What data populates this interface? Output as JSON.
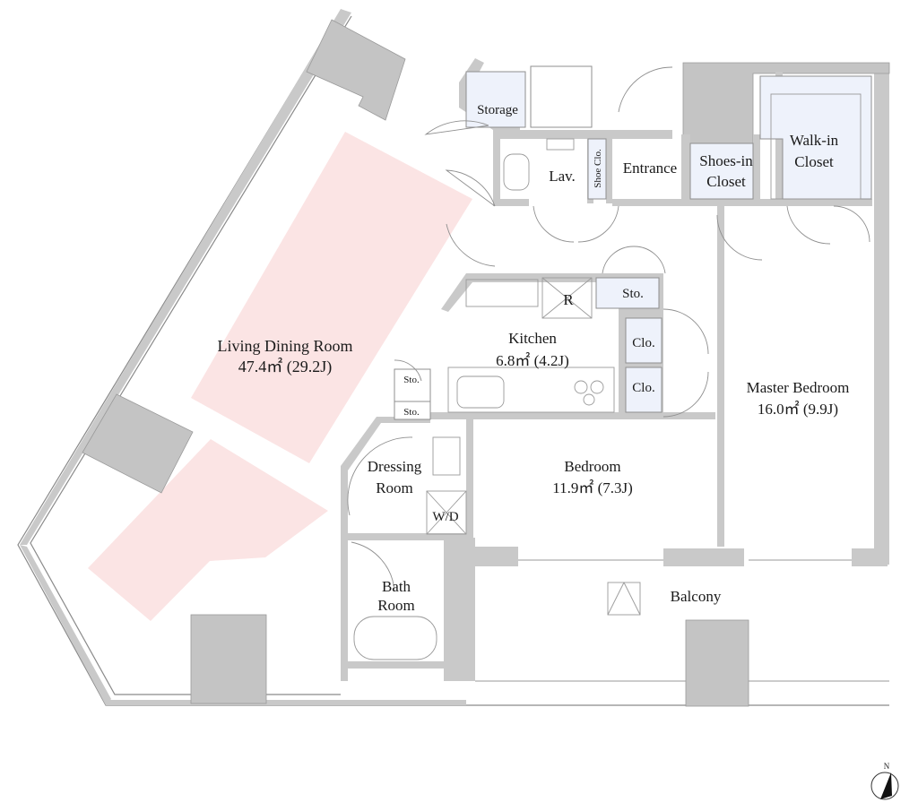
{
  "rooms": {
    "living": {
      "name": "Living Dining Room",
      "area": "47.4㎡ (29.2J)"
    },
    "kitchen": {
      "name": "Kitchen",
      "area": "6.8㎡ (4.2J)"
    },
    "master": {
      "name": "Master Bedroom",
      "area": "16.0㎡ (9.9J)"
    },
    "bedroom": {
      "name": "Bedroom",
      "area": "11.9㎡ (7.3J)"
    },
    "storage": "Storage",
    "lav": "Lav.",
    "shoe_clo": "Shoe Clo.",
    "entrance": "Entrance",
    "shoes_in": [
      "Shoes-in",
      "Closet"
    ],
    "walk_in": [
      "Walk-in",
      "Closet"
    ],
    "refrigerator": "R",
    "sto_kitchen": "Sto.",
    "clo_1": "Clo.",
    "clo_2": "Clo.",
    "sto_small_1": "Sto.",
    "sto_small_2": "Sto.",
    "dressing": [
      "Dressing",
      "Room"
    ],
    "wd": "W/D",
    "bath": [
      "Bath",
      "Room"
    ],
    "balcony": "Balcony"
  },
  "compass": {
    "label": "N"
  },
  "colors": {
    "walls": "#c9c9c9",
    "closet": "#eef2fb",
    "highlight": "#fbe4e4"
  }
}
